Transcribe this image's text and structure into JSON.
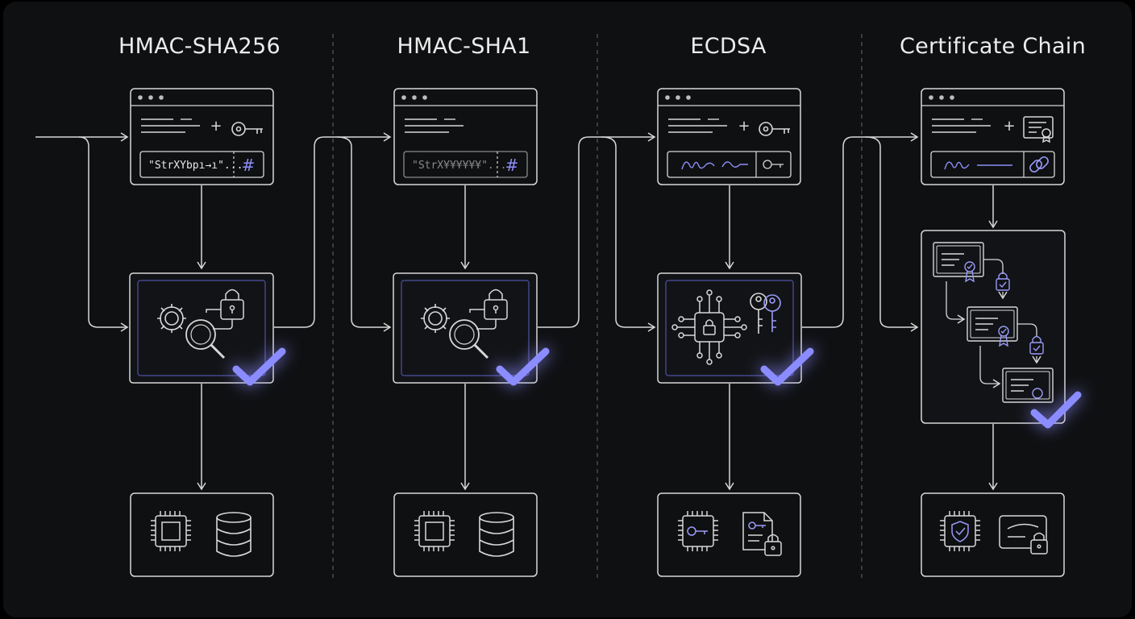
{
  "columns": [
    {
      "title": "HMAC-SHA256",
      "hash_preview": "\"StrXYbpı→ı\"...",
      "hash_symbol": "#"
    },
    {
      "title": "HMAC-SHA1",
      "hash_preview": "\"StrX¥¥¥¥¥¥\"...",
      "hash_symbol": "#"
    },
    {
      "title": "ECDSA"
    },
    {
      "title": "Certificate Chain"
    }
  ],
  "colors": {
    "background": "#0f1012",
    "stroke": "#d8d8d8",
    "accent": "#7b7cf5",
    "glow": "#5a5cf0"
  }
}
